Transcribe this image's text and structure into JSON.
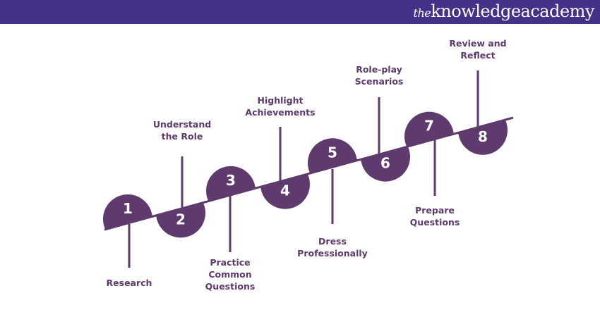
{
  "brand": {
    "prefix": "the",
    "name": "knowledgeacademy"
  },
  "colors": {
    "header": "#44318a",
    "accent": "#5e3a6e"
  },
  "steps": [
    {
      "num": "1",
      "label": [
        "Research"
      ]
    },
    {
      "num": "2",
      "label": [
        "Understand",
        "the Role"
      ]
    },
    {
      "num": "3",
      "label": [
        "Practice",
        "Common",
        "Questions"
      ]
    },
    {
      "num": "4",
      "label": [
        "Highlight",
        "Achievements"
      ]
    },
    {
      "num": "5",
      "label": [
        "Dress",
        "Professionally"
      ]
    },
    {
      "num": "6",
      "label": [
        "Role-play",
        "Scenarios"
      ]
    },
    {
      "num": "7",
      "label": [
        "Prepare",
        "Questions"
      ]
    },
    {
      "num": "8",
      "label": [
        "Review and",
        "Reflect"
      ]
    }
  ]
}
